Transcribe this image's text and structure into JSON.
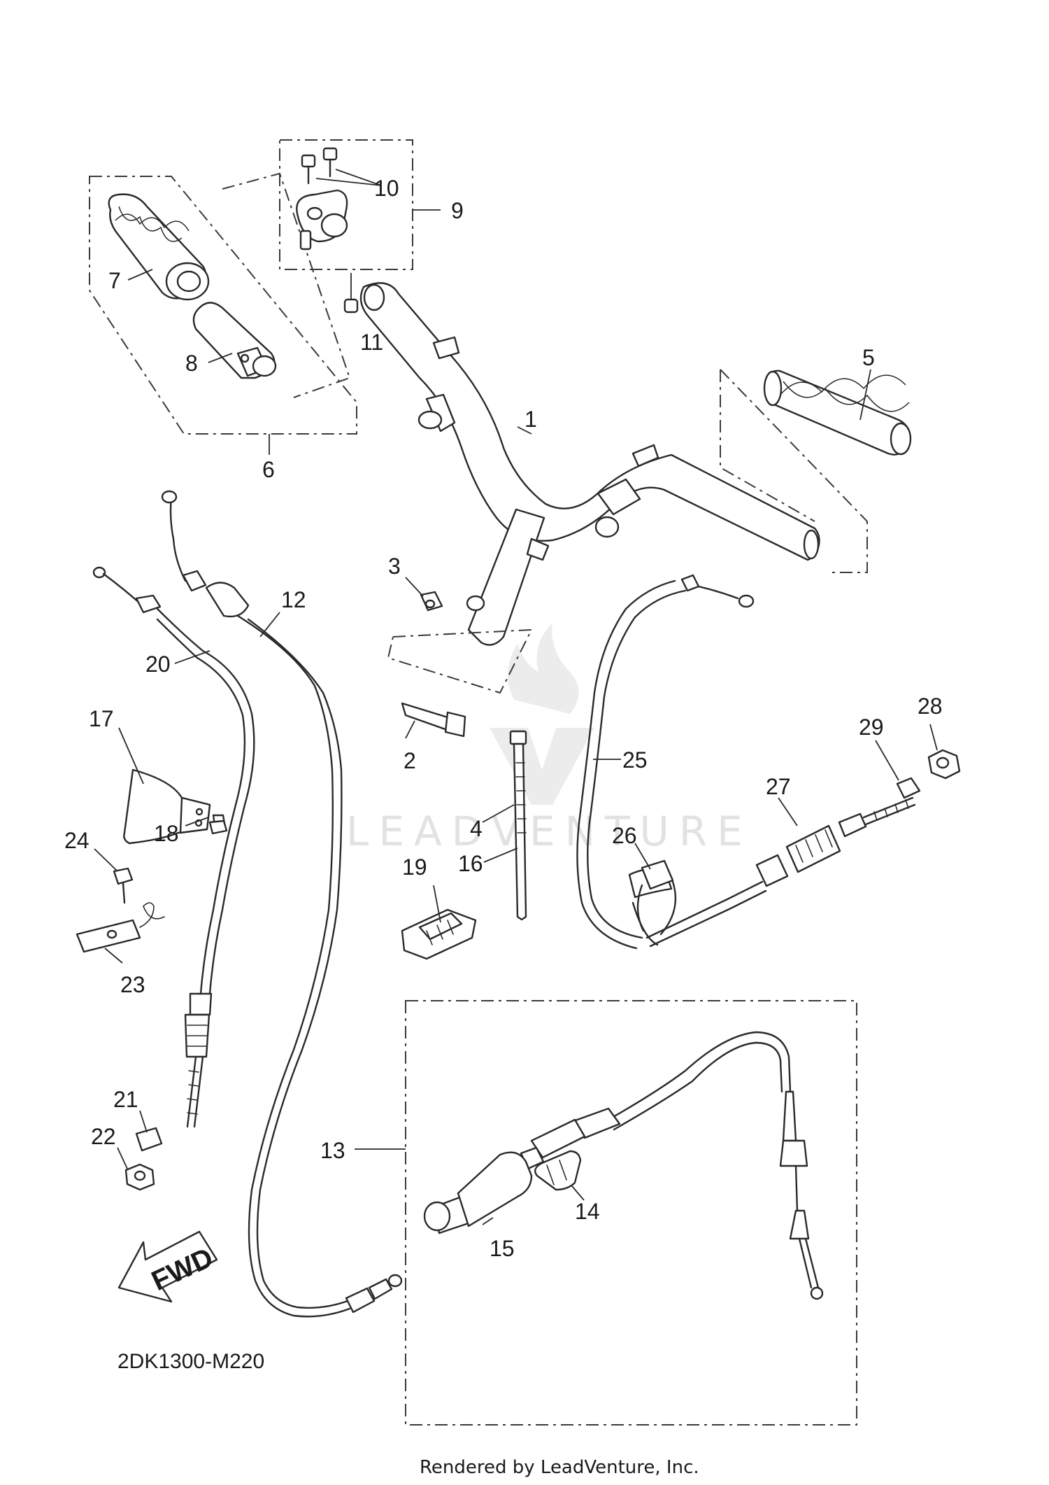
{
  "diagram": {
    "drawing_code": "2DK1300-M220",
    "footer_text": "Rendered by LeadVenture, Inc.",
    "watermark_text": "LEADVENTURE",
    "direction_arrow_text": "FWD",
    "callouts": [
      {
        "id": "1",
        "label": "1"
      },
      {
        "id": "2",
        "label": "2"
      },
      {
        "id": "3",
        "label": "3"
      },
      {
        "id": "4",
        "label": "4"
      },
      {
        "id": "5",
        "label": "5"
      },
      {
        "id": "6",
        "label": "6"
      },
      {
        "id": "7",
        "label": "7"
      },
      {
        "id": "8",
        "label": "8"
      },
      {
        "id": "9",
        "label": "9"
      },
      {
        "id": "10",
        "label": "10"
      },
      {
        "id": "11",
        "label": "11"
      },
      {
        "id": "12",
        "label": "12"
      },
      {
        "id": "13",
        "label": "13"
      },
      {
        "id": "14",
        "label": "14"
      },
      {
        "id": "15",
        "label": "15"
      },
      {
        "id": "16",
        "label": "16"
      },
      {
        "id": "17",
        "label": "17"
      },
      {
        "id": "18",
        "label": "18"
      },
      {
        "id": "19",
        "label": "19"
      },
      {
        "id": "20",
        "label": "20"
      },
      {
        "id": "21",
        "label": "21"
      },
      {
        "id": "22",
        "label": "22"
      },
      {
        "id": "23",
        "label": "23"
      },
      {
        "id": "24",
        "label": "24"
      },
      {
        "id": "25",
        "label": "25"
      },
      {
        "id": "26",
        "label": "26"
      },
      {
        "id": "27",
        "label": "27"
      },
      {
        "id": "28",
        "label": "28"
      },
      {
        "id": "29",
        "label": "29"
      }
    ]
  }
}
